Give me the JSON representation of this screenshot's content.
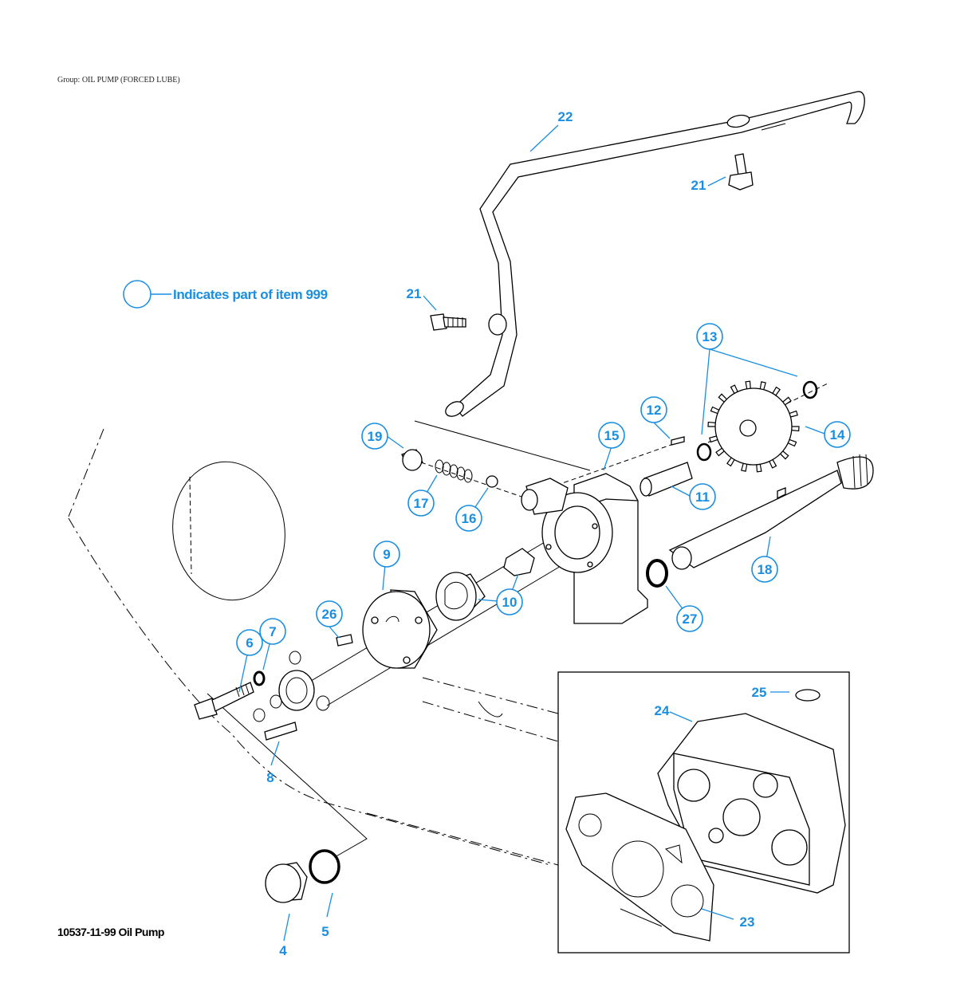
{
  "header": {
    "group_label": "Group: OIL PUMP (FORCED LUBE)"
  },
  "legend": {
    "text": "Indicates part of item 999"
  },
  "figure": {
    "caption": "10537-11-99 Oil Pump"
  },
  "colors": {
    "callout": "#1a8ee0",
    "line": "#000000",
    "background": "#ffffff"
  },
  "callouts": {
    "c22": "22",
    "c21a": "21",
    "c21b": "21",
    "c13": "13",
    "c12": "12",
    "c14": "14",
    "c15": "15",
    "c19": "19",
    "c17": "17",
    "c16": "16",
    "c11": "11",
    "c18": "18",
    "c9": "9",
    "c10": "10",
    "c27": "27",
    "c26": "26",
    "c6": "6",
    "c7": "7",
    "c8": "8",
    "c4": "4",
    "c5": "5",
    "c25": "25",
    "c24": "24",
    "c23": "23"
  }
}
